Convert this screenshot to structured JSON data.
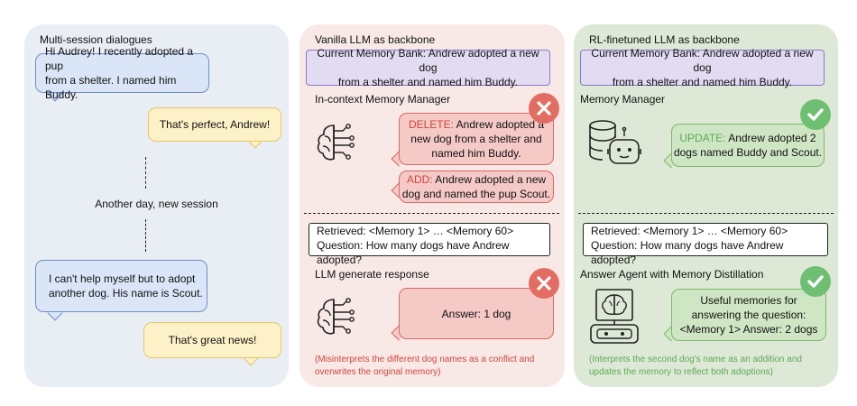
{
  "col1": {
    "title": "Multi-session dialogues",
    "msg1": {
      "line1": "Hi Audrey! I recently adopted a pup",
      "line2": "from a shelter. I named him Buddy."
    },
    "msg2": "That's perfect, Andrew!",
    "separator": "Another day, new session",
    "msg3": {
      "line1": "I can't help myself but to adopt",
      "line2": "another dog. His name is Scout."
    },
    "msg4": "That's great news!"
  },
  "col2": {
    "title": "Vanilla LLM as backbone",
    "memory_bank": {
      "line1": "Current Memory Bank: Andrew adopted a new dog",
      "line2": "from a shelter and named him Buddy."
    },
    "manager_label": "In-context Memory Manager",
    "op1": {
      "keyword": "DELETE:",
      "line1_rest": " Andrew adopted a",
      "line2": "new dog from a shelter and",
      "line3": "named him Buddy."
    },
    "op2": {
      "keyword": "ADD:",
      "line1_rest": " Andrew adopted a new",
      "line2": "dog and named the pup Scout."
    },
    "retrieved": "Retrieved: <Memory 1> … <Memory 60>",
    "question": "Question: How many dogs have Andrew adopted?",
    "response_label": "LLM generate response",
    "answer": "Answer: 1 dog",
    "note": {
      "line1": "(Misinterprets the different dog names as a conflict and",
      "line2": "overwrites the original memory)"
    }
  },
  "col3": {
    "title": "RL-finetuned LLM as backbone",
    "memory_bank": {
      "line1": "Current Memory Bank: Andrew adopted a new dog",
      "line2": "from a shelter and named him Buddy."
    },
    "manager_label": "Memory Manager",
    "op1": {
      "keyword": "UPDATE:",
      "line1_rest": " Andrew adopted 2",
      "line2": "dogs named Buddy and Scout."
    },
    "retrieved": "Retrieved: <Memory 1> … <Memory 60>",
    "question": "Question: How many dogs have Andrew adopted?",
    "answer_label": "Answer Agent with Memory Distillation",
    "answer": {
      "line1": "Useful memories for",
      "line2": "answering the question:",
      "line3": "<Memory 1> Answer: 2 dogs"
    },
    "note": {
      "line1": "(Interprets the second dog's name as an addition and",
      "line2": "updates the memory to reflect both adoptions)"
    }
  },
  "colors": {
    "red_text": "#d1453c",
    "green_text": "#5daa55",
    "blue_bubble": "#dae6f7",
    "yellow_bubble": "#fdf1c7",
    "red_bubble": "#f4c9c6",
    "green_bubble": "#cfe6c4",
    "purple_box": "#e2dcf2"
  },
  "icons": [
    "brain-circuit-icon",
    "cross-badge-icon",
    "check-badge-icon",
    "database-robot-icon",
    "brain-robot-icon"
  ]
}
